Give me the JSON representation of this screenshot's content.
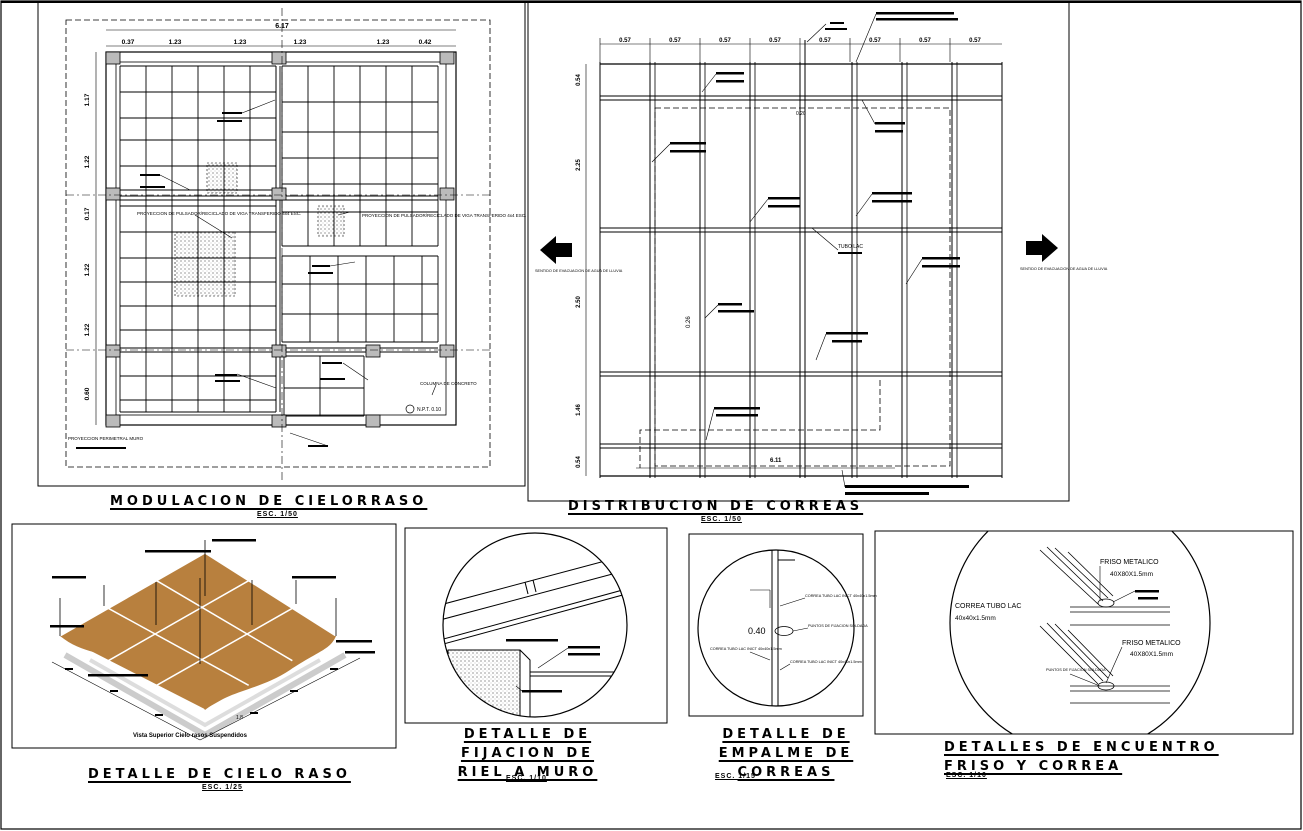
{
  "panels": {
    "modulacion": {
      "title": "MODULACION DE CIELORRASO",
      "scale": "ESC. 1/50",
      "dims_top": [
        "0.37",
        "1.23",
        "1.23",
        "1.23",
        "1.23",
        "0.42"
      ],
      "dim_total": "6.17",
      "dims_left": [
        "1.17",
        "1.22",
        "0.17",
        "1.22",
        "1.22",
        "0.60"
      ],
      "notes": [
        "PROYECCION DE PULSADOR/RECICLADO DE VIGA TRANSFERIDO 4x4 ESC.",
        "PROYECCION DE PULSADOR/RECICLADO DE VIGA TRANSFERIDO 4x4 ESC.",
        "COLUMNA DE CONCRETO",
        "N.P.T. 0.10",
        "PROYECCION PERIMETRAL MURO"
      ]
    },
    "correas": {
      "title": "DISTRIBUCION DE CORREAS",
      "scale": "ESC. 1/50",
      "dims_top": [
        "0.57",
        "0.57",
        "0.57",
        "0.57",
        "0.57",
        "0.57",
        "0.57",
        "0.57"
      ],
      "dims_left": [
        "0.54",
        "2.25",
        "2.50",
        "1.46",
        "0.54"
      ],
      "dim_bottom": "6.11",
      "dim_mid": "0.20",
      "arrow_note_left": "SENTIDO DE EVACUACION DE AGUA DE LLUVIA",
      "arrow_note_right": "SENTIDO DE EVACUACION DE AGUA DE LLUVIA",
      "label_tubo": "TUBO LAC",
      "label_vert": "0.26"
    },
    "cielo": {
      "title": "DETALLE DE CIELO RASO",
      "scale": "ESC. 1/25",
      "caption": "Vista Superior Cielo rasos Suspendidos",
      "dim": "1.8"
    },
    "riel": {
      "title_lines": [
        "DETALLE DE",
        "FIJACION DE",
        "RIEL A MURO"
      ],
      "scale": "ESC. 1/10"
    },
    "empalme": {
      "title_lines": [
        "DETALLE DE",
        "EMPALME DE",
        "CORREAS"
      ],
      "scale": "ESC. 1/15",
      "dim": "0.40",
      "notes": [
        "CORREA TUBO LAC INICT 40x40x1.5mm",
        "PUNTOS DE FIJACION SOLDADA",
        "CORREA TUBO LAC INICT 40x40x1.5mm",
        "CORREA TUBO LAC INICT 40x40x1.5mm"
      ]
    },
    "encuentro": {
      "title_lines": [
        "DETALLES DE ENCUENTRO",
        "FRISO Y CORREA"
      ],
      "scale": "ESC. 1/10",
      "friso_1": "FRISO METALICO",
      "friso_1_dim": "40X80X1.5mm",
      "correa": "CORREA TUBO LAC",
      "correa_dim": "40x40x1.5mm",
      "friso_2": "FRISO METALICO",
      "friso_2_dim": "40X80X1.5mm",
      "puntos": "PUNTOS DE FIJACION SOLDADA"
    }
  },
  "colors": {
    "tile": "#B8803E",
    "tile_line": "#ffffff",
    "line": "#000000",
    "hatch": "#9a9a9a"
  }
}
